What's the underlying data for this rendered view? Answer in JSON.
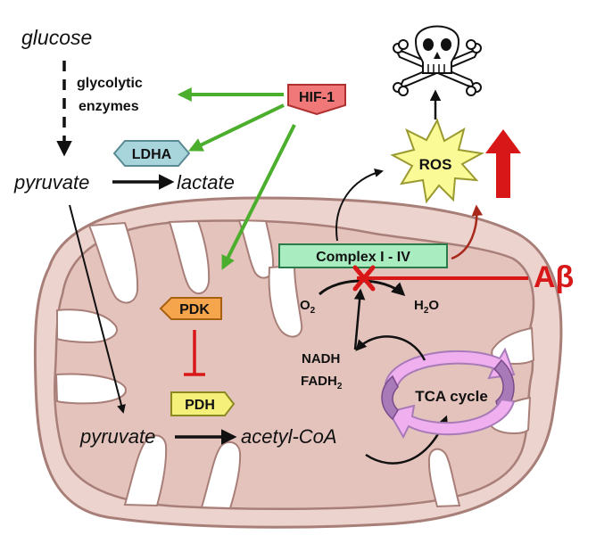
{
  "labels": {
    "glucose": "glucose",
    "glycolytic_line1": "glycolytic",
    "glycolytic_line2": "enzymes",
    "hif1": "HIF-1",
    "ldha": "LDHA",
    "pyruvate_top": "pyruvate",
    "lactate": "lactate",
    "ros": "ROS",
    "complex": "Complex I - IV",
    "abeta": "Aβ",
    "o2_main": "O",
    "o2_sub": "2",
    "h2o_h": "H",
    "h2o_sub": "2",
    "h2o_o": "O",
    "pdk": "PDK",
    "pdh": "PDH",
    "nadh": "NADH",
    "fadh_main": "FADH",
    "fadh_sub": "2",
    "tca": "TCA cycle",
    "pyruvate_bottom": "pyruvate",
    "acetyl_coa": "acetyl-CoA"
  },
  "colors": {
    "mito_outer": "#ecd3cd",
    "mito_outline": "#a87f78",
    "mito_inner": "#e4c3bc",
    "green_arrow": "#4cae2d",
    "hif_fill": "#f07878",
    "hif_stroke": "#b03030",
    "ldha_fill": "#a8d4dc",
    "ldha_stroke": "#5b8a94",
    "pdk_fill": "#f5a64d",
    "pdk_stroke": "#a86010",
    "pdh_fill": "#f5f07a",
    "pdh_stroke": "#8a8a20",
    "complex_fill": "#a8ecc0",
    "complex_stroke": "#2a7a4a",
    "ros_fill": "#fafa96",
    "ros_stroke": "#9a9a30",
    "red": "#d81818",
    "dark_red": "#a8281c",
    "tca_purple": "#a87ab8",
    "tca_pink": "#f0b0f0"
  },
  "icons": [
    "skull-crossbones-icon",
    "red-x-icon",
    "up-arrow-icon"
  ]
}
